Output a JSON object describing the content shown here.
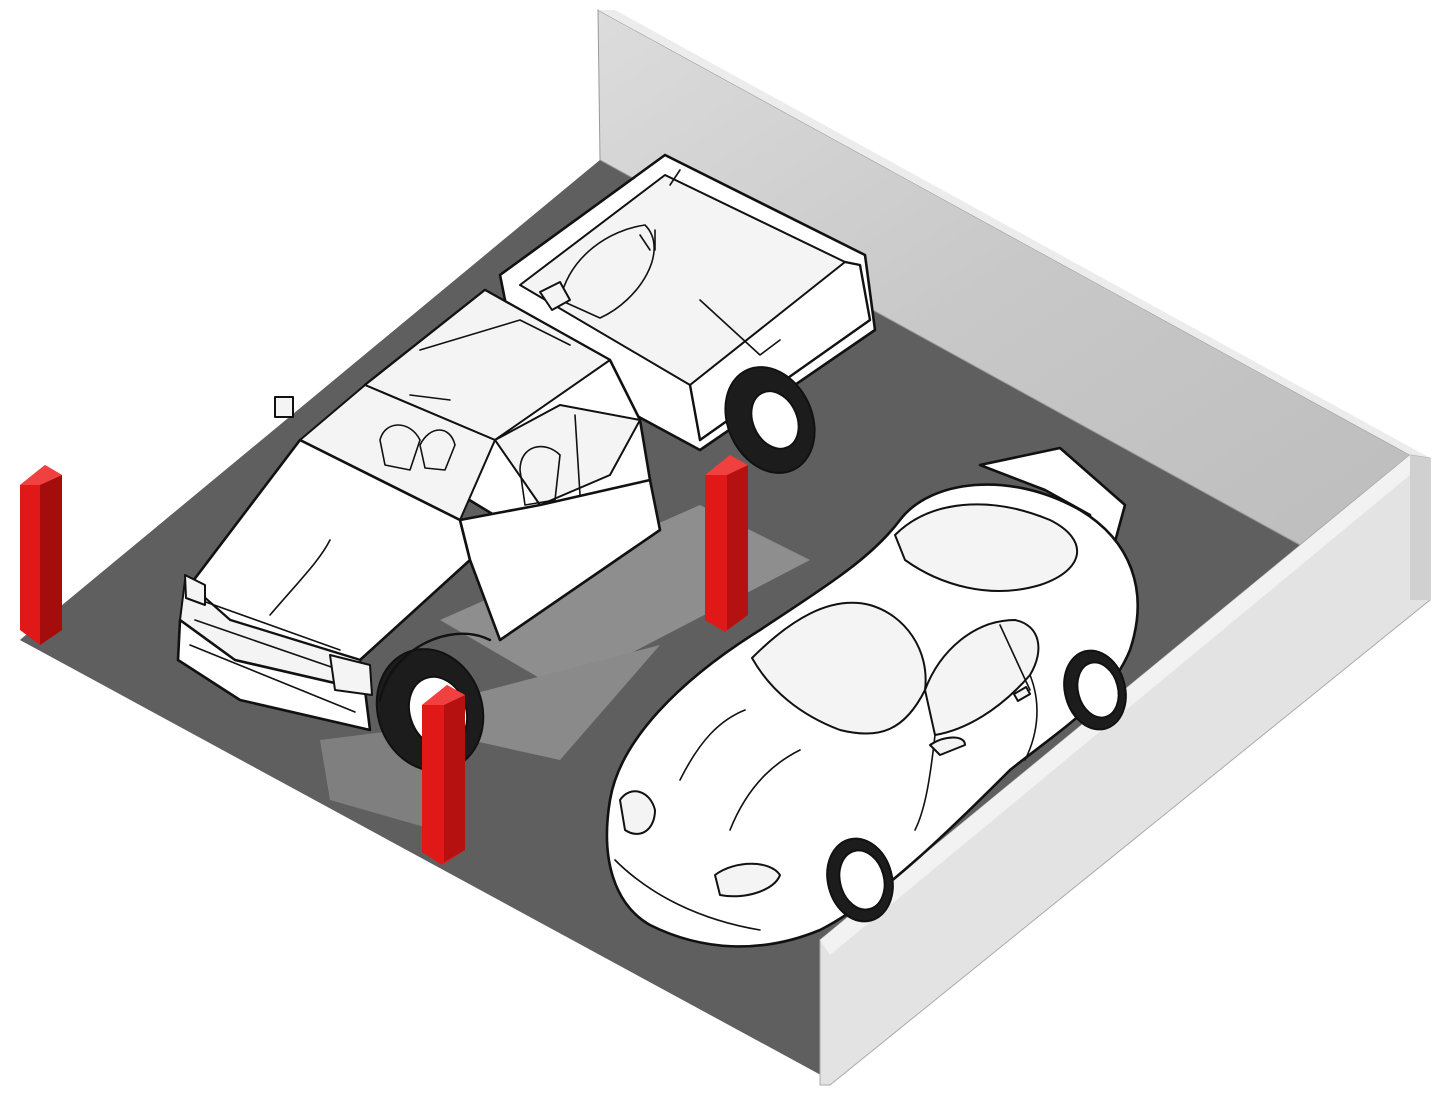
{
  "scene": {
    "colors": {
      "background": "#ffffff",
      "floor": "#5f5f5f",
      "floor_light": "#9a9a9a",
      "wall_face": "#cfcfcf",
      "wall_top": "#ececec",
      "wall_side": "#e2e2e2",
      "bollard": "#e01818",
      "bollard_shade": "#a50d0d",
      "vehicle_body": "#ffffff",
      "outline": "#111111"
    },
    "objects": [
      {
        "name": "parking-floor"
      },
      {
        "name": "garage-wall-back"
      },
      {
        "name": "garage-wall-right"
      },
      {
        "name": "pickup-truck"
      },
      {
        "name": "sports-coupe"
      },
      {
        "name": "red-bollard",
        "count": 3
      }
    ]
  }
}
